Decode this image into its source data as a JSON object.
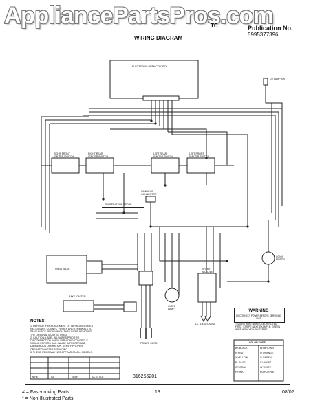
{
  "header": {
    "watermark": "AppliancePartsPros.com",
    "model": "TC",
    "title": "WIRING DIAGRAM",
    "pub_label": "Publication No.",
    "pub_number": "5995377396"
  },
  "labels": {
    "oven_control": "ELECTRONIC OVEN CONTROL",
    "oven_lamp_sw": "OV LAMP SW",
    "right_front": "RIGHT FRONT\nIGNITER SWITCH",
    "right_rear": "RIGHT REAR\nIGNITER SWITCH",
    "left_rear": "LEFT REAR\nIGNITER SWITCH",
    "left_front": "LEFT FRONT\nIGNITER SWITCH",
    "lamp_connector": "LAMP/CAB\nCONNECTOR",
    "temp_probe": "TEMPERATURE PROBE",
    "oven_valve": "OVEN VALVE",
    "bake_igniter": "BAKE IGNITER",
    "power_cord": "POWER CORD",
    "spark_module": "SPARK\nMODULE",
    "oven_lamp": "OVEN\nLAMP",
    "ground": "L1, N & GROUND",
    "conv_motor": "CONV\nMOTOR"
  },
  "notes": {
    "title": "NOTES:",
    "items": [
      "1. DEFINED    IF REPLACEMENT OF WIRING BECOMES NECESSARY, CONNECT WIRES AND TERMINALS TO SAME PLACE FROM WHICH THEY WERE REMOVED. THE ORIGINAL MUST BE USED.",
      "2. CAUTION: LABEL ALL WIRES PRIOR TO DISCONNECTION WHEN SERVICING CONTROLS. WIRING ERRORS CAN CAUSE IMPROPER AND DANGEROUS OPERATION. VERIFY PROPER OPERATION AFTER SERVICING.",
      "3. THESE ITEMS MAY NOT APPEAR ON ALL MODELS."
    ],
    "table_headers": [
      "WIRE",
      "GA",
      "TEMP",
      "UL STYLE"
    ]
  },
  "warning": {
    "title": "WARNING",
    "text": "DISCONNECT POWER BEFORE SERVICING UNIT."
  },
  "tracer": {
    "text": "TRACER WIRE: WIRE COLOR NOTED FIRST, STRIPE NEXT. EXAMPLE: GREEN WIRE WITH YELLOW STRIPE.",
    "color_code_title": "COLOR CODE",
    "colors": [
      [
        "BK",
        "BLACK"
      ],
      [
        "BR",
        "BROWN"
      ],
      [
        "R",
        "RED"
      ],
      [
        "O",
        "ORANGE"
      ],
      [
        "Y",
        "YELLOW"
      ],
      [
        "G",
        "GREEN"
      ],
      [
        "BL",
        "BLUE"
      ],
      [
        "V",
        "VIOLET"
      ],
      [
        "GY",
        "GRAY"
      ],
      [
        "W",
        "WHITE"
      ],
      [
        "P",
        "PINK"
      ],
      [
        "PU",
        "PURPLE"
      ]
    ]
  },
  "footer": {
    "drawing_no": "316255201",
    "fast_moving": "# = Fast-moving Parts",
    "non_illustrated": "* = Non-Illustrated Parts",
    "page": "13",
    "date": "08/02"
  }
}
